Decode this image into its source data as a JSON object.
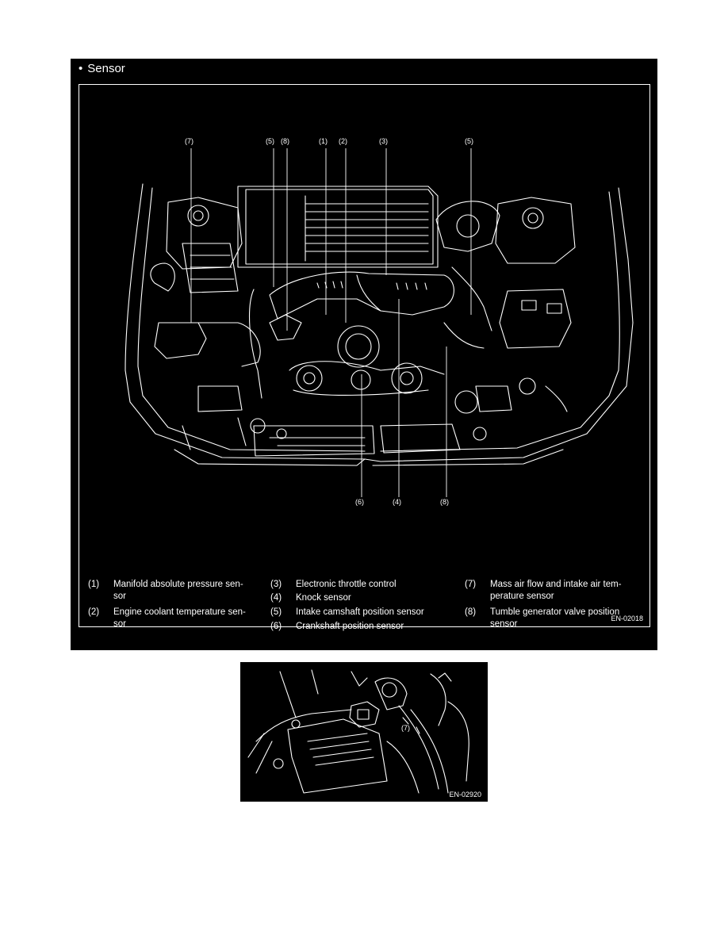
{
  "section": {
    "bullet": "•",
    "title": "Sensor"
  },
  "figure1": {
    "code": "EN-02018",
    "callouts": [
      "(7)",
      "(5)",
      "(8)",
      "(1)",
      "(2)",
      "(3)",
      "(5)",
      "(6)",
      "(4)",
      "(8)"
    ]
  },
  "legend": [
    {
      "num": "(1)",
      "text": "Manifold absolute pressure sen-sor"
    },
    {
      "num": "(2)",
      "text": "Engine coolant temperature sen-sor"
    },
    {
      "num": "(3)",
      "text": "Electronic throttle control"
    },
    {
      "num": "(4)",
      "text": "Knock sensor"
    },
    {
      "num": "(5)",
      "text": "Intake camshaft position sensor"
    },
    {
      "num": "(6)",
      "text": "Crankshaft position sensor"
    },
    {
      "num": "(7)",
      "text": "Mass air flow and intake air tem-perature sensor"
    },
    {
      "num": "(8)",
      "text": "Tumble generator valve position sensor"
    }
  ],
  "figure2": {
    "code": "EN-02920",
    "callout": "(7)"
  }
}
